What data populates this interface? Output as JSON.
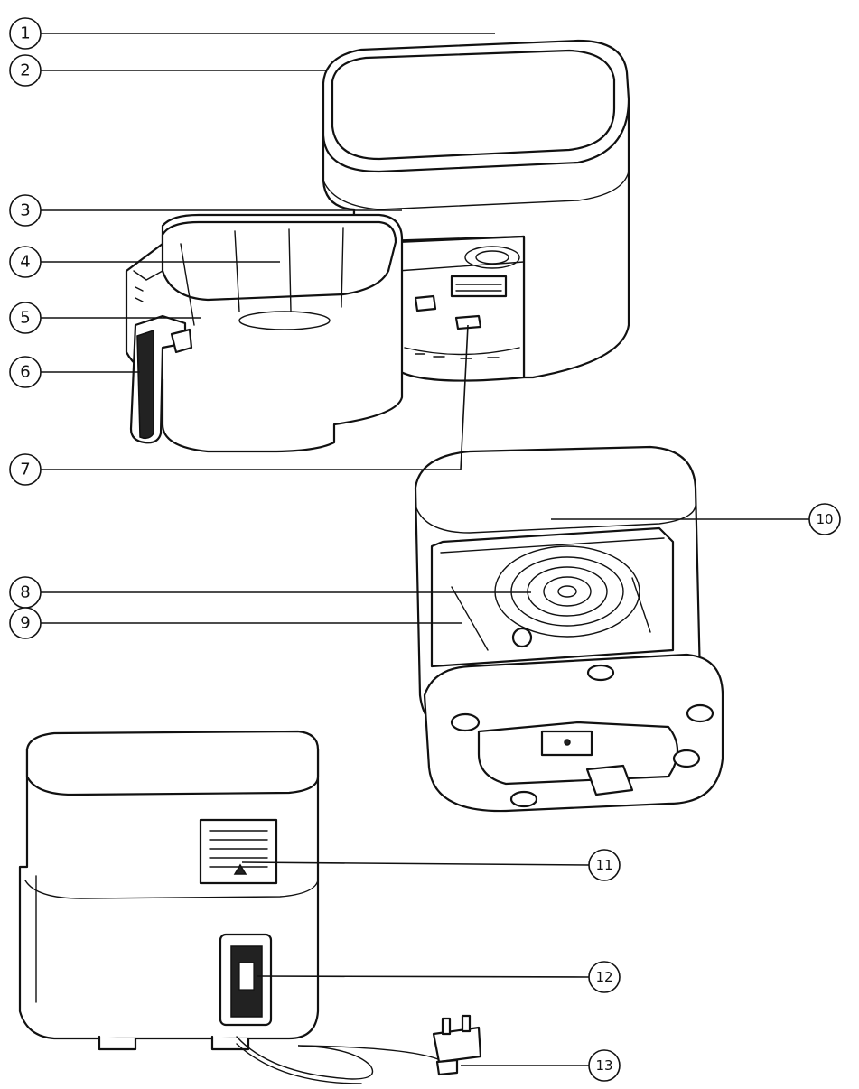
{
  "callouts": [
    {
      "id": 1,
      "label": "1"
    },
    {
      "id": 2,
      "label": "2"
    },
    {
      "id": 3,
      "label": "3"
    },
    {
      "id": 4,
      "label": "4"
    },
    {
      "id": 5,
      "label": "5"
    },
    {
      "id": 6,
      "label": "6"
    },
    {
      "id": 7,
      "label": "7"
    },
    {
      "id": 8,
      "label": "8"
    },
    {
      "id": 9,
      "label": "9"
    },
    {
      "id": 10,
      "label": "10"
    },
    {
      "id": 11,
      "label": "11"
    },
    {
      "id": 12,
      "label": "12"
    },
    {
      "id": 13,
      "label": "13"
    }
  ]
}
